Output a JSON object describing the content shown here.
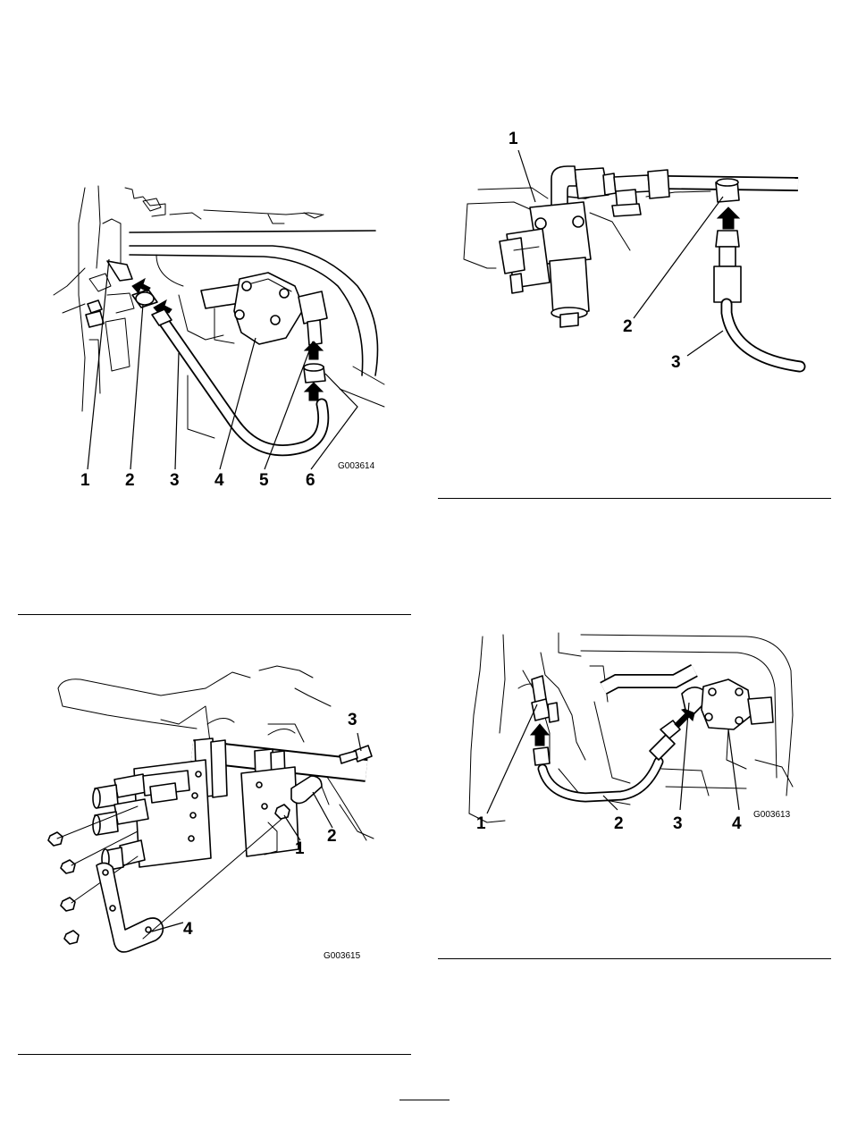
{
  "figures": [
    {
      "code": "G003614",
      "callouts": [
        "1",
        "2",
        "3",
        "4",
        "5",
        "6"
      ]
    },
    {
      "code": "",
      "callouts": [
        "1",
        "2",
        "3"
      ]
    },
    {
      "code": "G003615",
      "callouts": [
        "1",
        "2",
        "3",
        "4"
      ]
    },
    {
      "code": "G003613",
      "callouts": [
        "1",
        "2",
        "3",
        "4"
      ]
    }
  ]
}
